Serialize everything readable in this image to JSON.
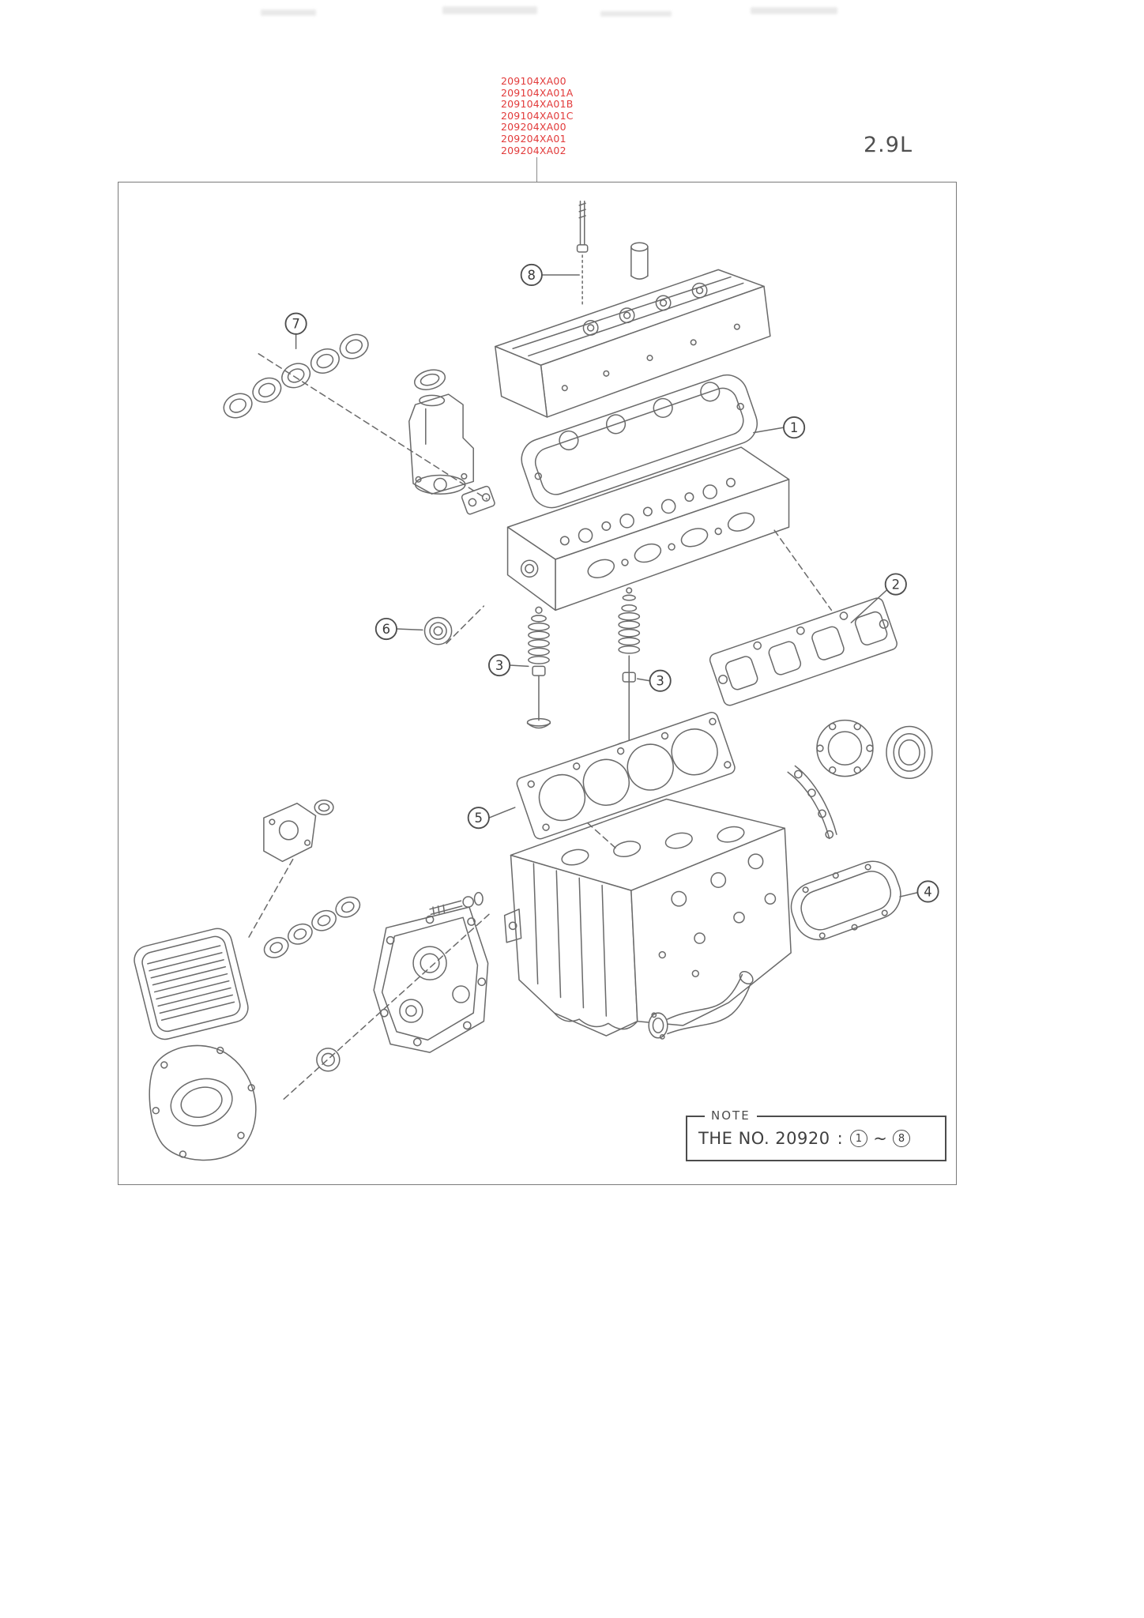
{
  "page": {
    "engine_size": "2.9L"
  },
  "part_numbers": {
    "items": [
      "209104XA00",
      "209104XA01A",
      "209104XA01B",
      "209104XA01C",
      "209204XA00",
      "209204XA01",
      "209204XA02"
    ]
  },
  "diagram": {
    "callout_labels": [
      "8",
      "7",
      "1",
      "2",
      "6",
      "3",
      "3",
      "5",
      "4"
    ],
    "note": {
      "title": "NOTE",
      "text": "THE NO. 20920",
      "colon": ":",
      "range_start": "1",
      "range_separator": "~",
      "range_end": "8"
    }
  },
  "colors": {
    "part_number_red": "#e23b3b",
    "line_gray": "#6a6a6a",
    "text_gray": "#3f3f3f"
  }
}
